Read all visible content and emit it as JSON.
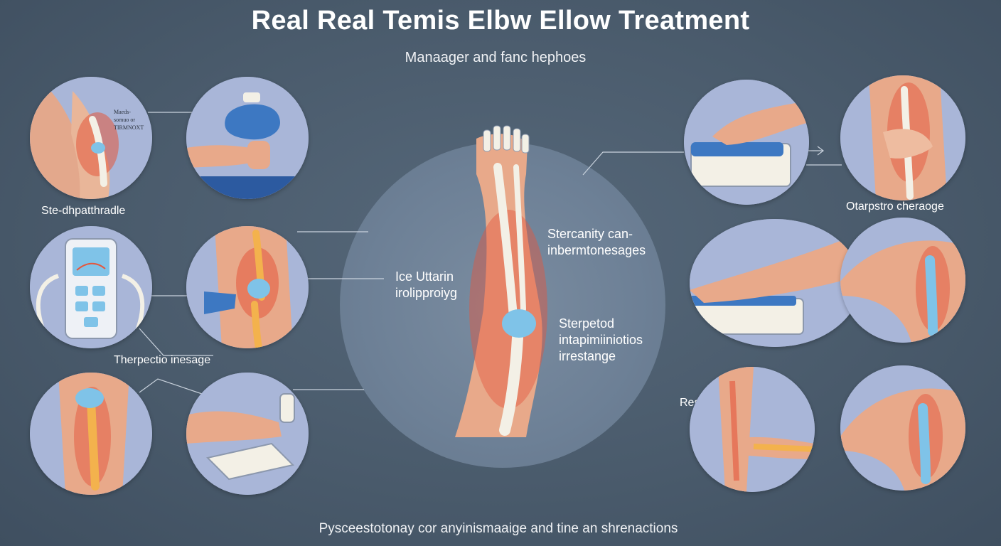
{
  "header": {
    "title": "Real Real Temis Elbw Ellow Treatment",
    "subtitle": "Manaager and fanc hephoes"
  },
  "labels": {
    "left_top": "Ste-dhpatthradle",
    "left_middle": "Therpectio inesage",
    "tiny_note": "Maeds-\nsomuo or\nTIRMNOXT",
    "center_left": "Ice  Uttarin\nirolipproiyg",
    "center_right_top": "Stercanity can-\ninbermtonesages",
    "center_right_bottom": "Sterpetod\nintapimiiniotios\nirrestange",
    "right_top": "Otarpstro cheraoge",
    "right_bottom": "Resggee"
  },
  "footer": {
    "text": "Pysceestotonay cor anyinismaaige and tine an shrenactions"
  },
  "colors": {
    "background": "#4a5b6c",
    "circle_fill": "#a9b6d8",
    "skin": "#e8a98a",
    "inflammation": "#e4573d",
    "bone": "#f3f0e6",
    "cartilage": "#7fc3e8",
    "equipment_blue": "#3d78c2"
  },
  "icons": [
    "elbow-inflammation-icon",
    "ice-pack-icon",
    "tens-device-icon",
    "ultrasound-probe-icon",
    "arm-skeleton-icon",
    "massage-device-icon",
    "forearm-massage-icon",
    "arm-stretch-icon"
  ]
}
